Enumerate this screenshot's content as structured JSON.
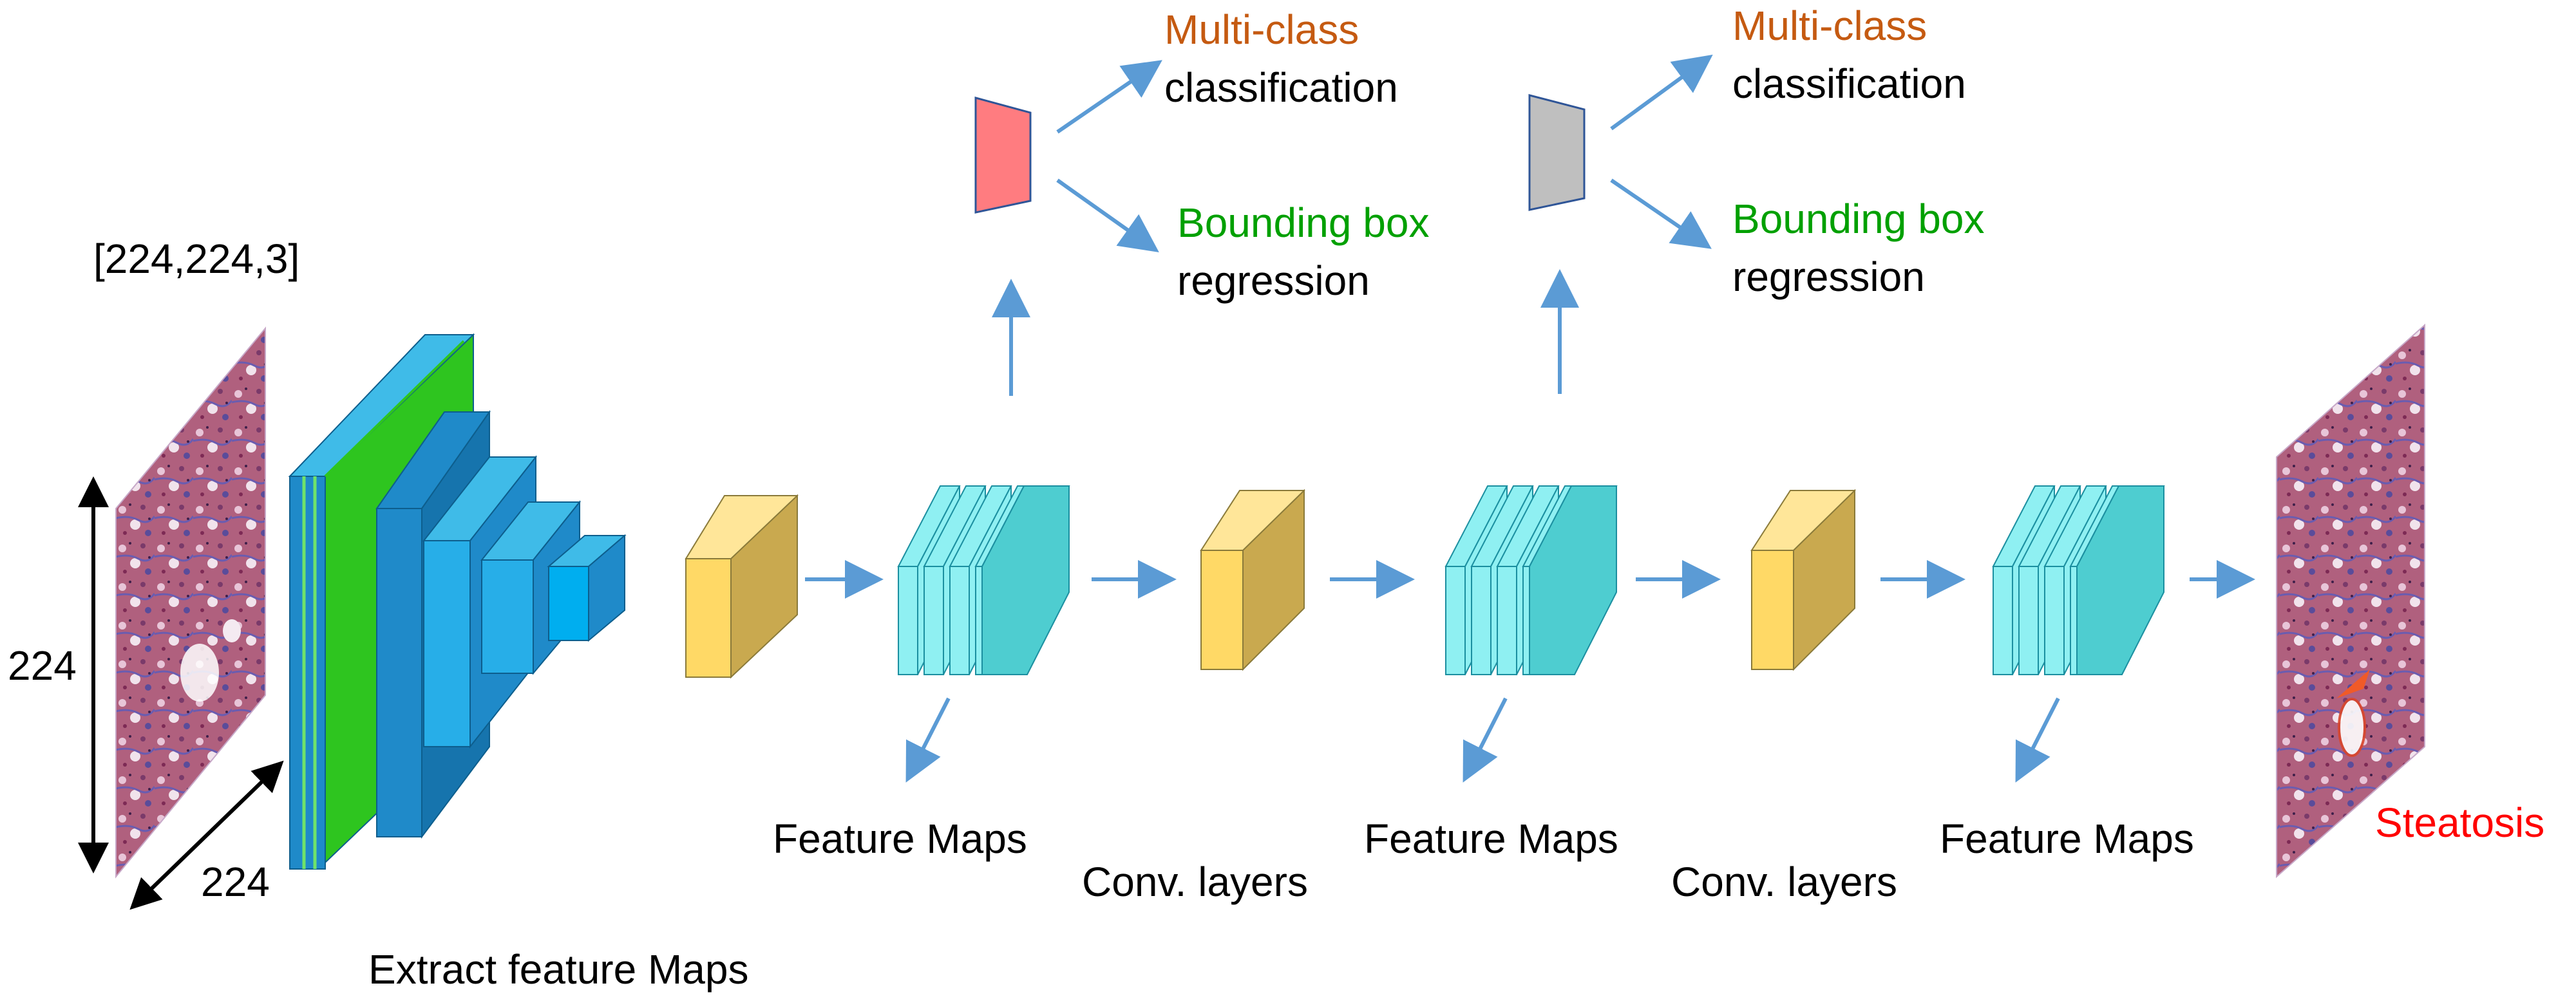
{
  "colors": {
    "arrow": "#5b9bd5",
    "orange": "#c55a11",
    "green": "#00a000",
    "red": "#ff0000",
    "yellow_front": "#ffd966",
    "yellow_side": "#c9a94f",
    "yellow_top": "#ffe699",
    "cyan_front": "#4ecdd0",
    "cyan_thin": "#8ff0f2",
    "cyan_edge": "#1b8fa0",
    "head_red": "#ff7c80",
    "head_gray": "#bfbfbf",
    "blue_dark": "#1f8ac9",
    "blue_mid": "#27aee8",
    "green_layer": "#2ec51f"
  },
  "input": {
    "shape_label": "[224,224,3]",
    "height_label": "224",
    "width_label": "224"
  },
  "backbone": {
    "label": "Extract feature Maps"
  },
  "heads": [
    {
      "title": "Multi-class",
      "subtitle": "classification",
      "bbox_title": "Bounding box",
      "bbox_subtitle": "regression"
    },
    {
      "title": "Multi-class",
      "subtitle": "classification",
      "bbox_title": "Bounding box",
      "bbox_subtitle": "regression"
    }
  ],
  "stage_labels": {
    "feature_maps_1": "Feature Maps",
    "conv_layers_1": "Conv. layers",
    "feature_maps_2": "Feature Maps",
    "conv_layers_2": "Conv. layers",
    "feature_maps_3": "Feature Maps"
  },
  "output": {
    "label": "Steatosis"
  }
}
